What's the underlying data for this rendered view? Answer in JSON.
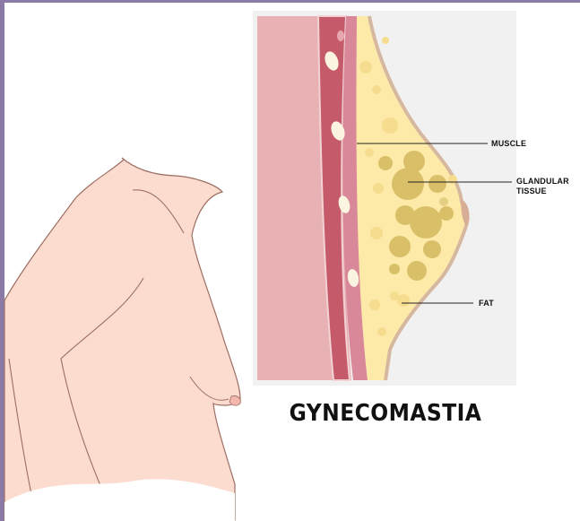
{
  "title": "GYNECOMASTIA",
  "labels": {
    "muscle": "MUSCLE",
    "glandular_line1": "GLANDULAR",
    "glandular_line2": "TISSUE",
    "fat": "FAT"
  },
  "colors": {
    "skin": "#fddcd0",
    "skin_outline": "#9c6e63",
    "chest_wall": "#e8b1b3",
    "muscle": "#c45a6a",
    "fat": "#fde9a8",
    "gland": "#d9bf68",
    "frame": "#8b7aa6"
  }
}
